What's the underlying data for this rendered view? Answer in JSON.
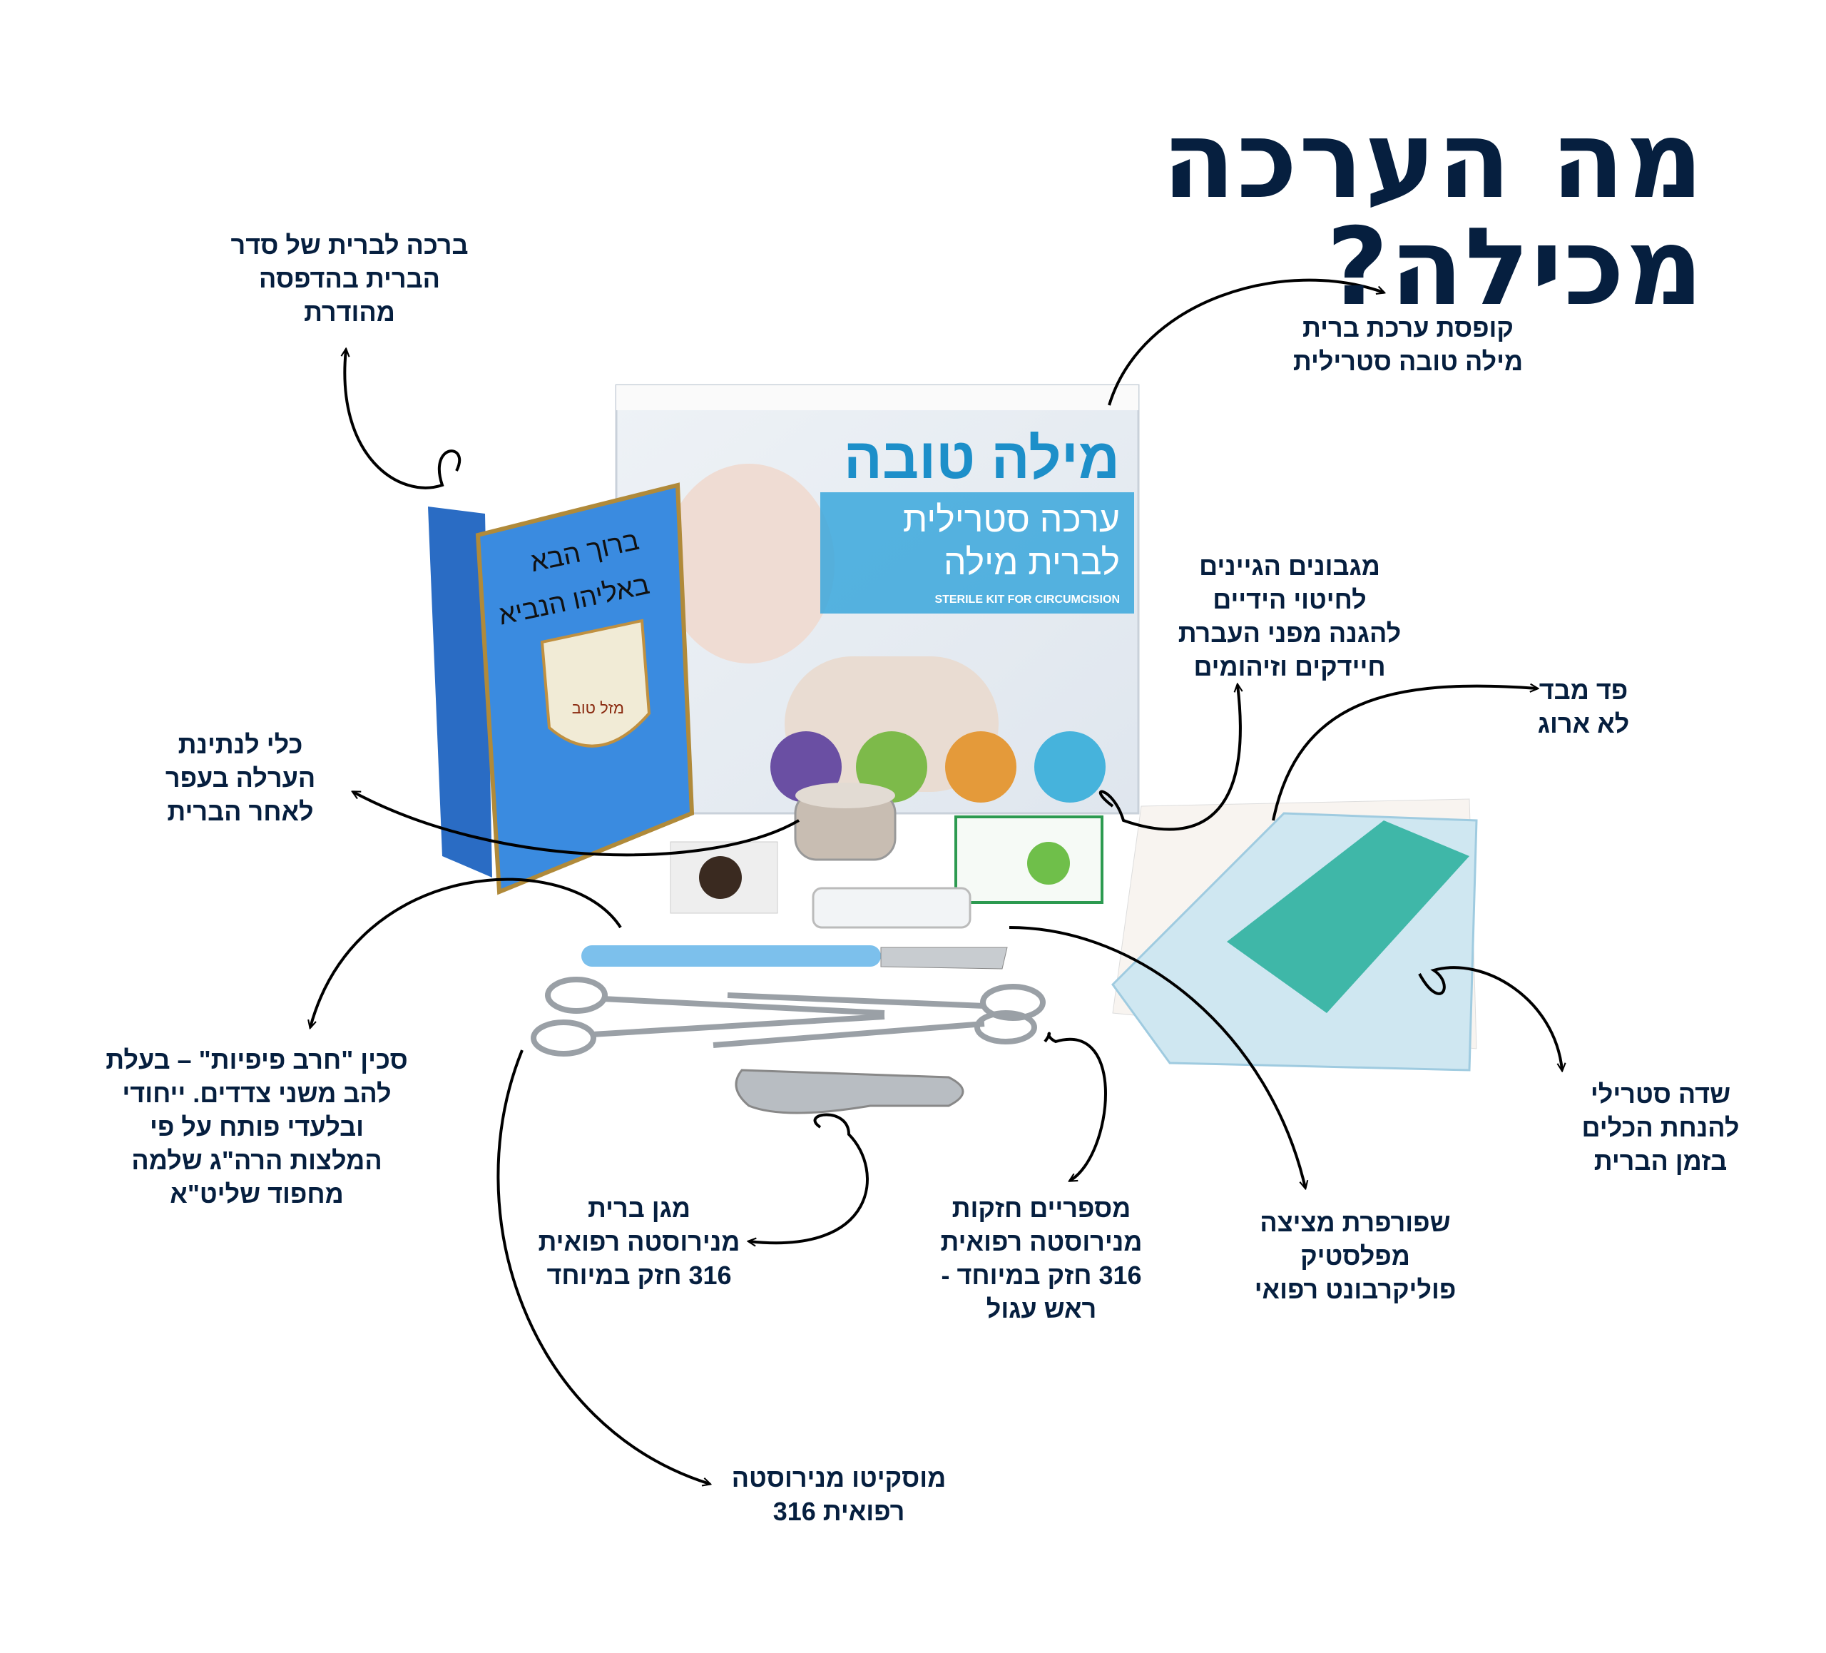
{
  "title": "מה הערכה מכילה?",
  "labels": {
    "booklet": [
      "ברכה לברית של סדר",
      "הברית בהדפסה",
      "מהודרת"
    ],
    "box": [
      "קופסת ערכת ברית",
      "מילה טובה סטרילית"
    ],
    "gloves": [
      "מגבונים הגיינים",
      "לחיטוי הידיים",
      "להגנה מפני העברת",
      "חיידקים וזיהומים"
    ],
    "pad": [
      "פד מבד",
      "לא ארוג"
    ],
    "earth_vessel": [
      "כלי לנתינת",
      "הערלה בעפר",
      "לאחר הברית"
    ],
    "knife": [
      "סכין \"חרב פיפיות\" – בעלת",
      "להב משני צדדים. ייחודי",
      "ובלעדי פותח על פי",
      "המלצות הרה\"ג שלמה",
      "מחפוד שליט\"א"
    ],
    "shield": [
      "מגן ברית",
      "מנירוסטה רפואית",
      "316 חזק במיוחד"
    ],
    "scissors": [
      "מספריים חזקות",
      "מנירוסטה רפואית",
      "316 חזק במיוחד -",
      "ראש עגול"
    ],
    "tube": [
      "שפורפרת מציצה",
      "מפלסטיק",
      "פוליקרבונט רפואי"
    ],
    "sterile_field": [
      "שדה סטרילי",
      "להנחת הכלים",
      "בזמן הברית"
    ],
    "mosquito": [
      "מוסקיטו מנירוסטה",
      "רפואית 316"
    ]
  },
  "product": {
    "brand": "מילה טובה",
    "kit_line1": "ערכה סטרילית",
    "kit_line2": "לברית מילה",
    "kit_english": "STERILE KIT FOR CIRCUMCISION",
    "booklet_title1": "ברוך הבא",
    "booklet_title2": "באליהו הנביא",
    "booklet_hamsa": "מזל טוב"
  },
  "colors": {
    "text": "#061f3f",
    "brand_blue": "#1d8fc9",
    "booklet_blue": "#2f7fd6",
    "gauze_teal": "#3fb7a8"
  }
}
